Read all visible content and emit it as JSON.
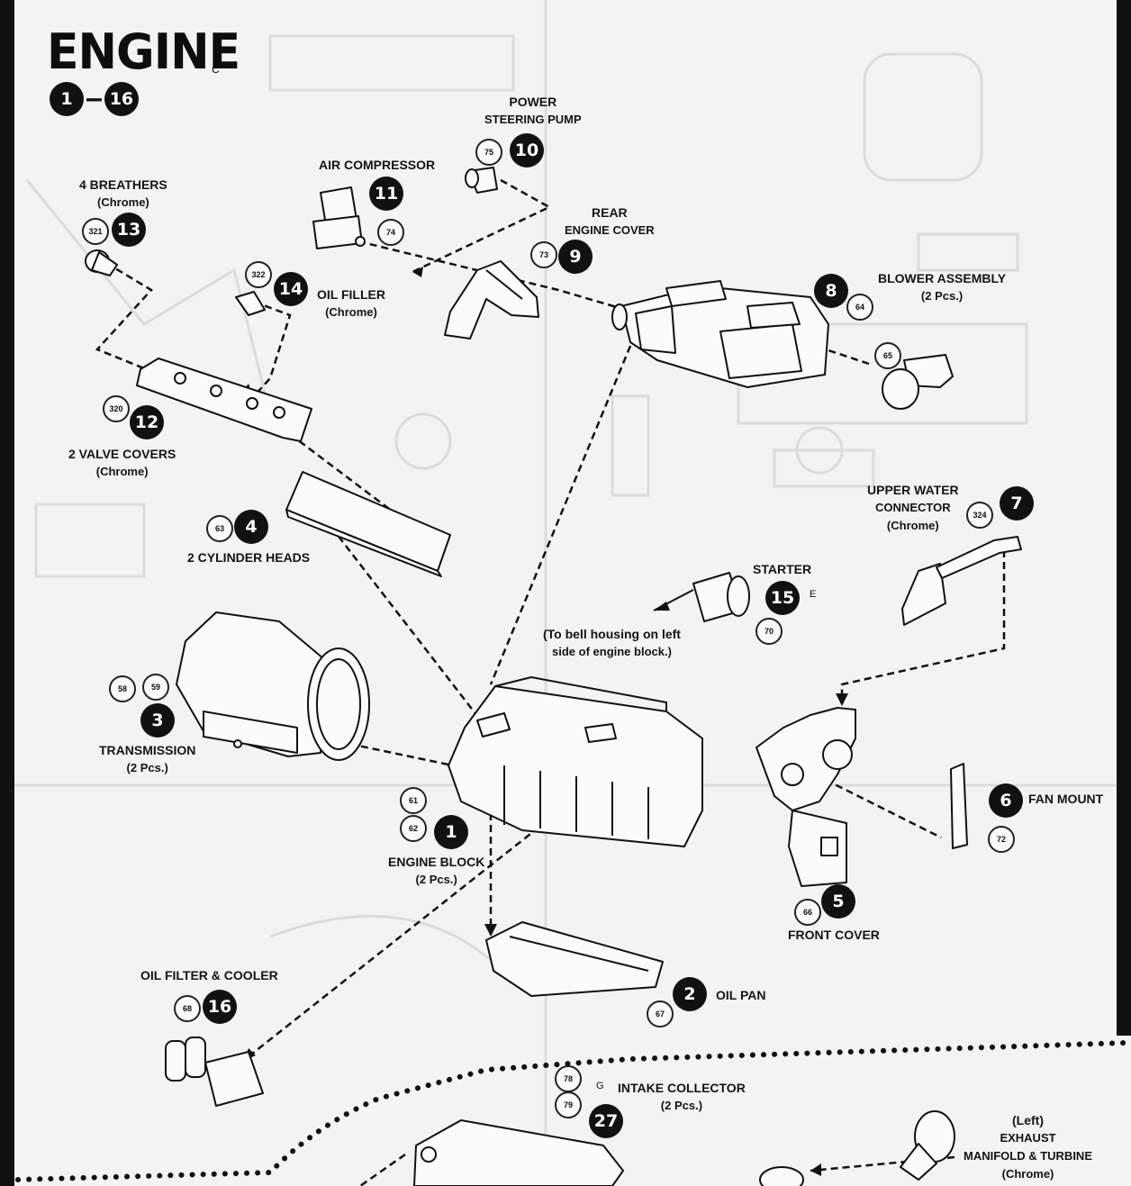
{
  "header": {
    "title": "ENGINE",
    "mark": "C",
    "step_start": "1",
    "step_dash": "–",
    "step_end": "16"
  },
  "parts": {
    "power_steering_pump": {
      "line1": "POWER",
      "line2": "STEERING PUMP",
      "part_no": "75",
      "step": "10"
    },
    "air_compressor": {
      "line1": "AIR COMPRESSOR",
      "part_no": "74",
      "step": "11"
    },
    "breathers": {
      "line1": "4 BREATHERS",
      "line2": "(Chrome)",
      "part_no": "321",
      "step": "13"
    },
    "rear_engine_cover": {
      "line1": "REAR",
      "line2": "ENGINE COVER",
      "part_no": "73",
      "step": "9"
    },
    "oil_filler": {
      "line1": "OIL FILLER",
      "line2": "(Chrome)",
      "part_no": "322",
      "step": "14"
    },
    "blower_assembly": {
      "line1": "BLOWER ASSEMBLY",
      "line2": "(2 Pcs.)",
      "part_no_a": "64",
      "part_no_b": "65",
      "step": "8"
    },
    "valve_covers": {
      "line1": "2 VALVE COVERS",
      "line2": "(Chrome)",
      "part_no": "320",
      "step": "12"
    },
    "cylinder_heads": {
      "line1": "2 CYLINDER HEADS",
      "part_no": "63",
      "step": "4"
    },
    "upper_water_connector": {
      "line1": "UPPER WATER",
      "line2": "CONNECTOR",
      "line3": "(Chrome)",
      "part_no": "324",
      "step": "7"
    },
    "starter": {
      "line1": "STARTER",
      "part_no": "70",
      "step": "15",
      "mark": "E"
    },
    "bell_housing_note": {
      "line1": "(To bell housing on left",
      "line2": "side of engine block.)"
    },
    "transmission": {
      "line1": "TRANSMISSION",
      "line2": "(2 Pcs.)",
      "part_no_a": "58",
      "part_no_b": "59",
      "step": "3"
    },
    "engine_block": {
      "line1": "ENGINE BLOCK",
      "line2": "(2 Pcs.)",
      "part_no_a": "61",
      "part_no_b": "62",
      "step": "1"
    },
    "fan_mount": {
      "line1": "FAN MOUNT",
      "part_no": "72",
      "step": "6"
    },
    "front_cover": {
      "line1": "FRONT COVER",
      "part_no": "66",
      "step": "5"
    },
    "oil_filter": {
      "line1": "OIL FILTER & COOLER",
      "part_no": "68",
      "step": "16"
    },
    "oil_pan": {
      "line1": "OIL PAN",
      "part_no": "67",
      "step": "2"
    },
    "intake_collector": {
      "line1": "INTAKE COLLECTOR",
      "line2": "(2 Pcs.)",
      "part_no_a": "78",
      "part_no_b": "79",
      "step": "27",
      "mark": "G"
    },
    "exhaust_manifold": {
      "line1": "(Left)",
      "line2": "EXHAUST",
      "line3": "MANIFOLD & TURBINE",
      "line4": "(Chrome)"
    }
  }
}
